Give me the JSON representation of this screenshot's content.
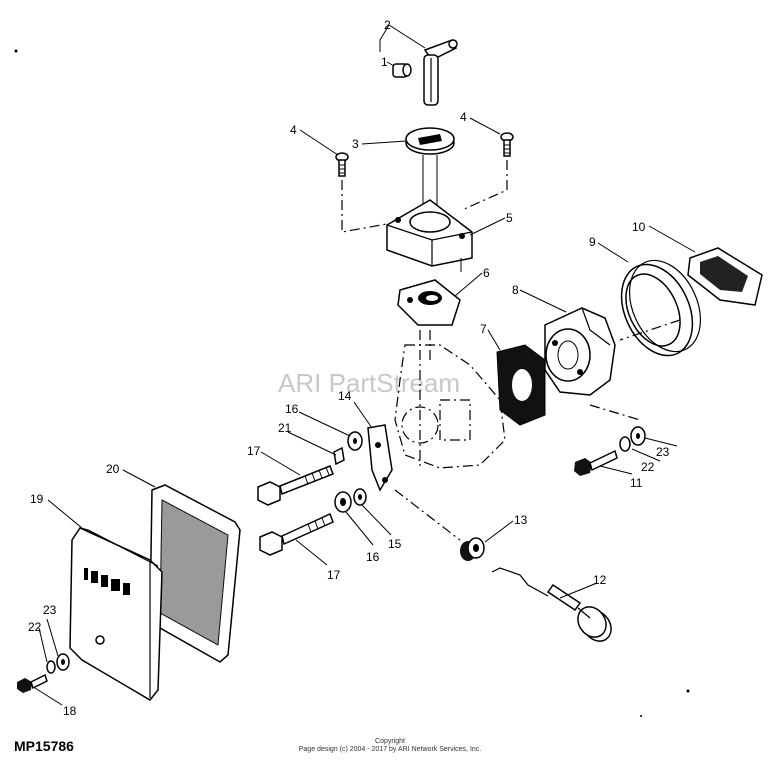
{
  "watermark": "ARI PartStream",
  "model_number": "MP15786",
  "copyright": {
    "line1": "Copyright",
    "line2": "Page design (c) 2004 - 2017 by ARI Network Services, Inc."
  },
  "callouts": {
    "c1": "1",
    "c2": "2",
    "c3": "3",
    "c4a": "4",
    "c4b": "4",
    "c5": "5",
    "c6": "6",
    "c7": "7",
    "c8": "8",
    "c9": "9",
    "c10": "10",
    "c11": "11",
    "c12": "12",
    "c13": "13",
    "c14": "14",
    "c15": "15",
    "c16a": "16",
    "c16b": "16",
    "c17a": "17",
    "c17b": "17",
    "c18": "18",
    "c19": "19",
    "c20": "20",
    "c21": "21",
    "c22a": "22",
    "c22b": "22",
    "c23a": "23",
    "c23b": "23"
  }
}
